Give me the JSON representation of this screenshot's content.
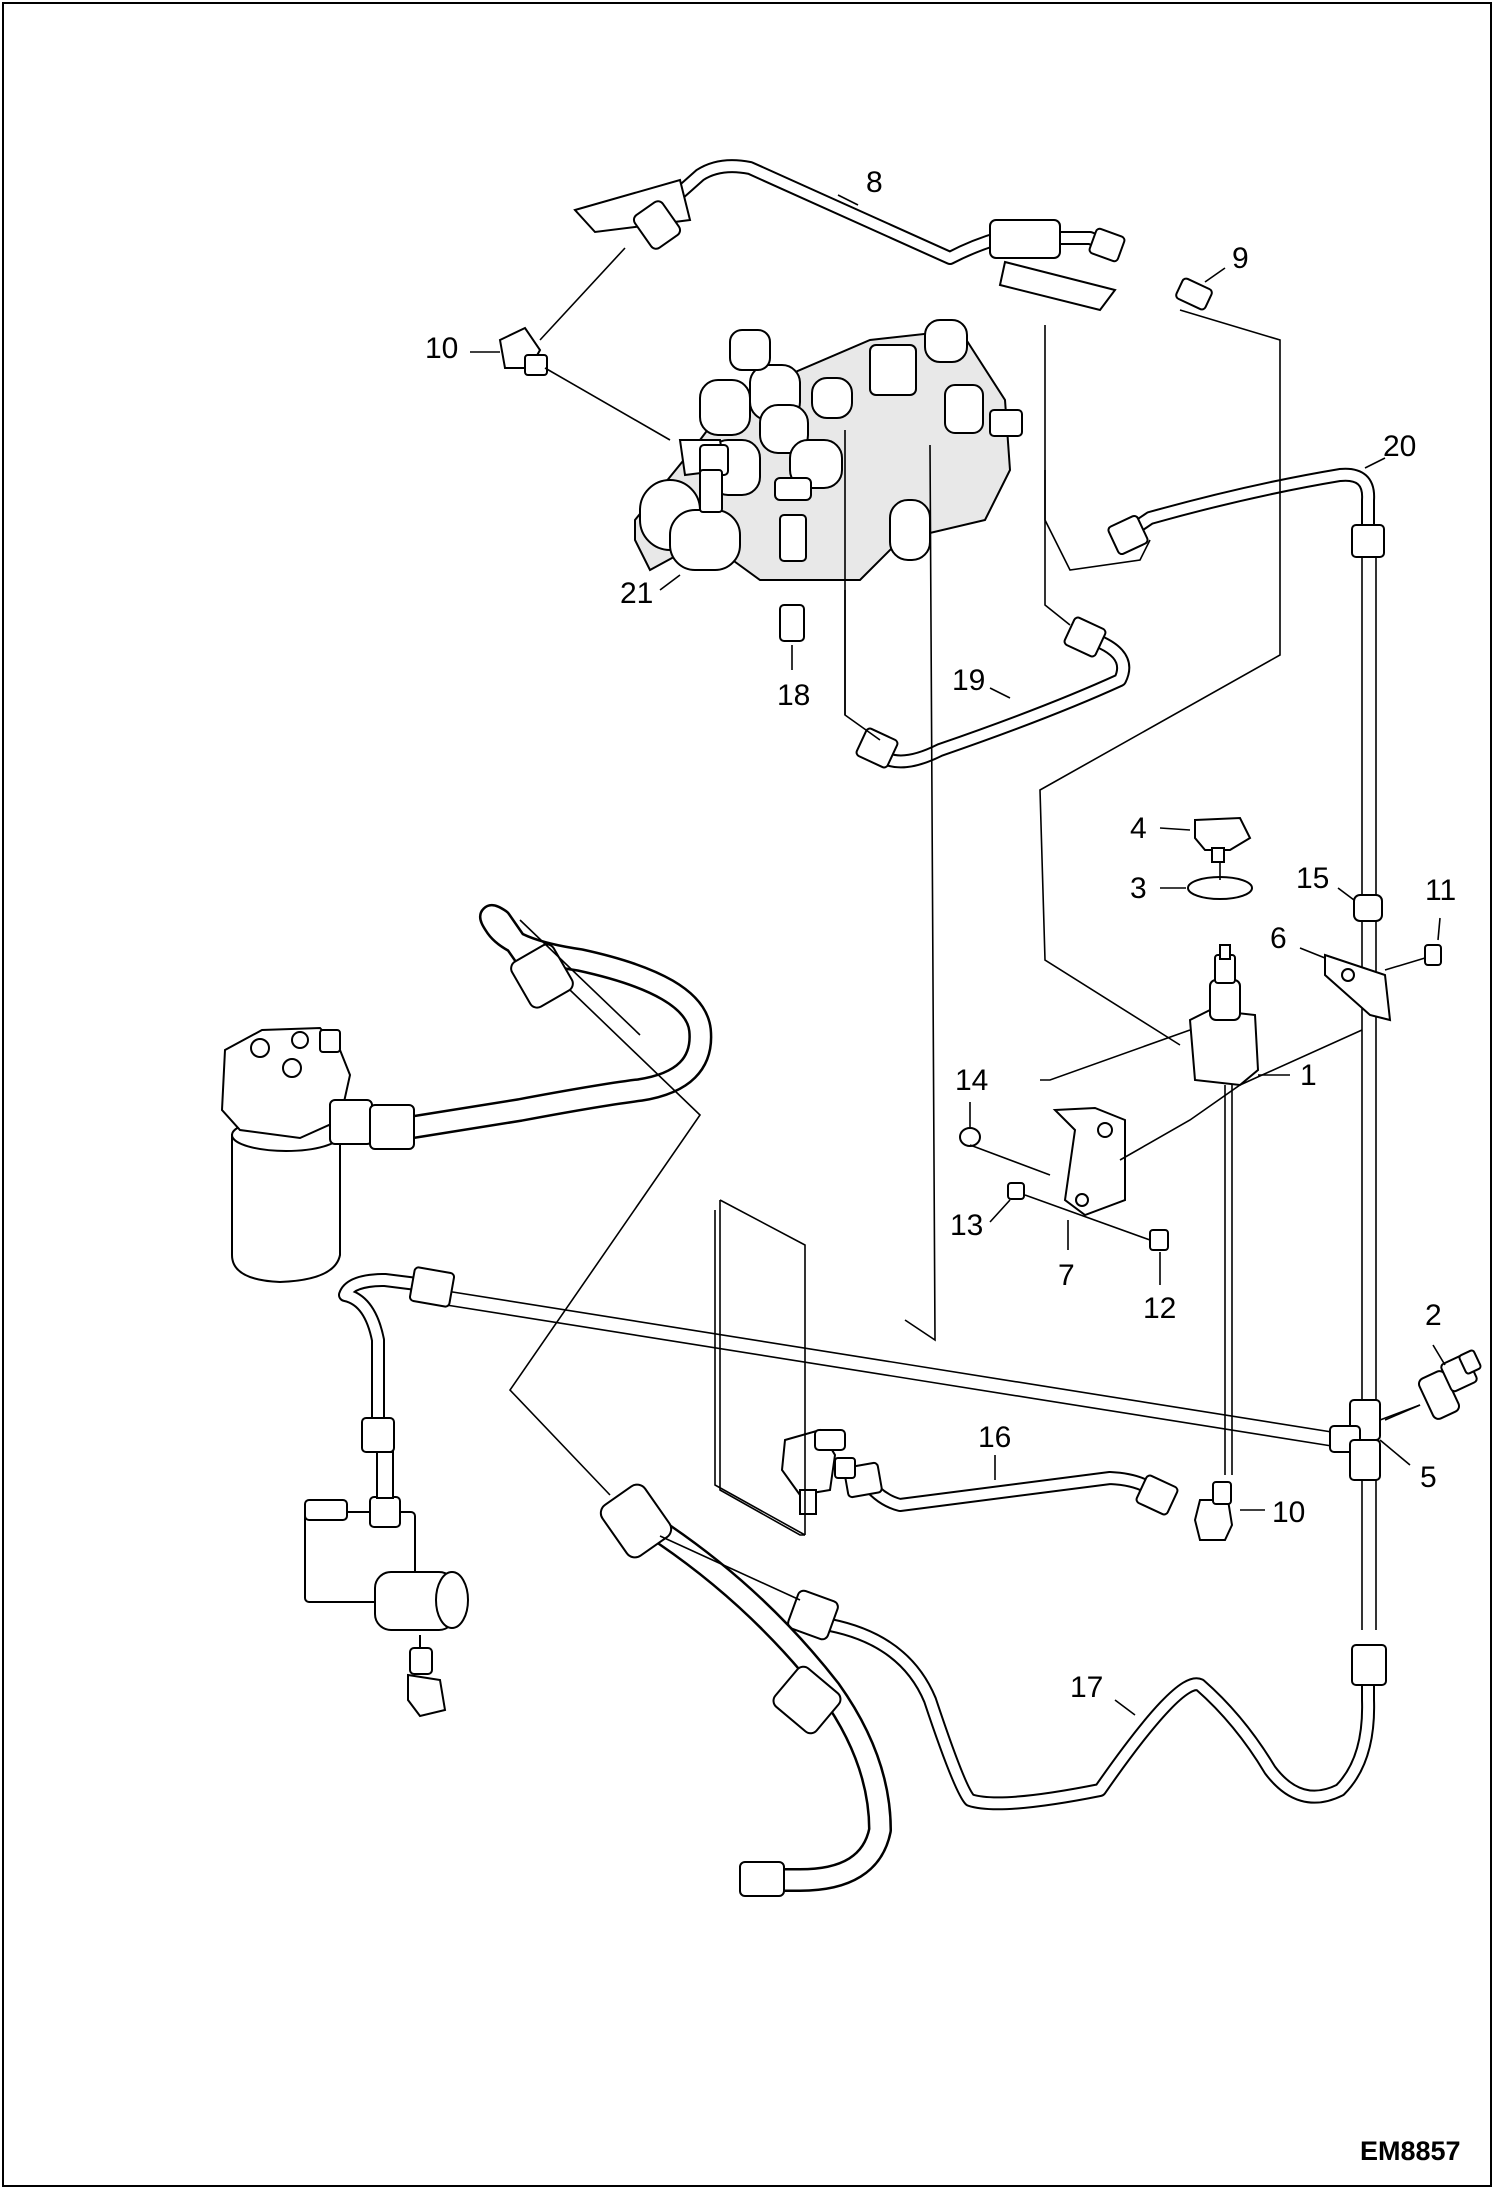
{
  "figure_id": "EM8857",
  "callouts": {
    "c1": "1",
    "c2": "2",
    "c3": "3",
    "c4": "4",
    "c5": "5",
    "c6": "6",
    "c7": "7",
    "c8": "8",
    "c9": "9",
    "c10a": "10",
    "c10b": "10",
    "c11": "11",
    "c12": "12",
    "c13": "13",
    "c14": "14",
    "c15": "15",
    "c16": "16",
    "c17": "17",
    "c18": "18",
    "c19": "19",
    "c20": "20",
    "c21": "21"
  }
}
